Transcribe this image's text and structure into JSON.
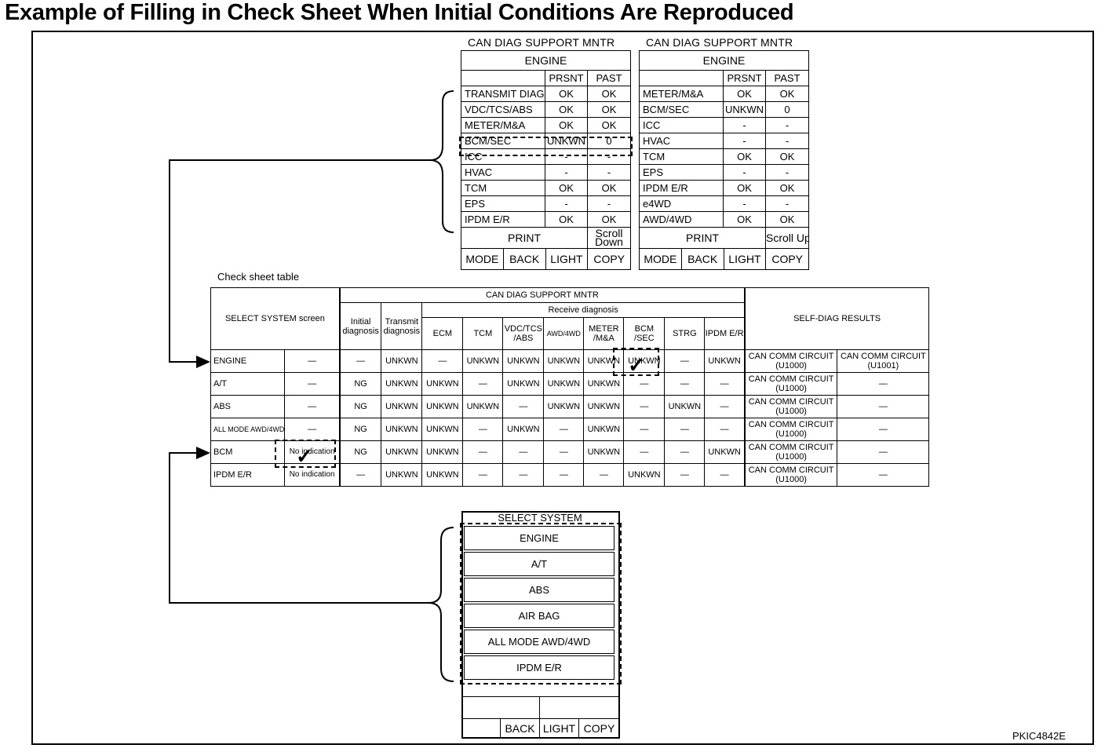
{
  "title": "Example of Filling in Check Sheet When Initial Conditions Are Reproduced",
  "monitor_left": {
    "title": "CAN DIAG SUPPORT MNTR",
    "header": "ENGINE",
    "col_prsnt": "PRSNT",
    "col_past": "PAST",
    "rows": [
      {
        "name": "TRANSMIT DIAG",
        "prsnt": "OK",
        "past": "OK"
      },
      {
        "name": "VDC/TCS/ABS",
        "prsnt": "OK",
        "past": "OK"
      },
      {
        "name": "METER/M&A",
        "prsnt": "OK",
        "past": "OK"
      },
      {
        "name": "BCM/SEC",
        "prsnt": "UNKWN",
        "past": "0"
      },
      {
        "name": "ICC",
        "prsnt": "-",
        "past": "-"
      },
      {
        "name": "HVAC",
        "prsnt": "-",
        "past": "-"
      },
      {
        "name": "TCM",
        "prsnt": "OK",
        "past": "OK"
      },
      {
        "name": "EPS",
        "prsnt": "-",
        "past": "-"
      },
      {
        "name": "IPDM E/R",
        "prsnt": "OK",
        "past": "OK"
      }
    ],
    "print": "PRINT",
    "scroll": "Scroll Down",
    "buttons": [
      "MODE",
      "BACK",
      "LIGHT",
      "COPY"
    ]
  },
  "monitor_right": {
    "title": "CAN DIAG SUPPORT MNTR",
    "header": "ENGINE",
    "col_prsnt": "PRSNT",
    "col_past": "PAST",
    "rows": [
      {
        "name": "METER/M&A",
        "prsnt": "OK",
        "past": "OK"
      },
      {
        "name": "BCM/SEC",
        "prsnt": "UNKWN",
        "past": "0"
      },
      {
        "name": "ICC",
        "prsnt": "-",
        "past": "-"
      },
      {
        "name": "HVAC",
        "prsnt": "-",
        "past": "-"
      },
      {
        "name": "TCM",
        "prsnt": "OK",
        "past": "OK"
      },
      {
        "name": "EPS",
        "prsnt": "-",
        "past": "-"
      },
      {
        "name": "IPDM E/R",
        "prsnt": "OK",
        "past": "OK"
      },
      {
        "name": "e4WD",
        "prsnt": "-",
        "past": "-"
      },
      {
        "name": "AWD/4WD",
        "prsnt": "OK",
        "past": "OK"
      }
    ],
    "print": "PRINT",
    "scroll": "Scroll Up",
    "buttons": [
      "MODE",
      "BACK",
      "LIGHT",
      "COPY"
    ]
  },
  "check_sheet": {
    "caption": "Check sheet table",
    "h_select": "SELECT SYSTEM screen",
    "h_can": "CAN DIAG SUPPORT MNTR",
    "h_initial": "Initial diagnosis",
    "h_transmit": "Transmit diagnosis",
    "h_receive": "Receive diagnosis",
    "receive_cols": [
      "ECM",
      "TCM",
      "VDC/TCS /ABS",
      "AWD/4WD",
      "METER /M&A",
      "BCM /SEC",
      "STRG",
      "IPDM E/R"
    ],
    "h_selfdiag": "SELF-DIAG RESULTS",
    "rows": [
      {
        "system": "ENGINE",
        "select": "—",
        "initial": "—",
        "transmit": "UNKWN",
        "receive": [
          "—",
          "UNKWN",
          "UNKWN",
          "UNKWN",
          "UNKWN",
          "UNKWN",
          "—",
          "UNKWN"
        ],
        "self1": "CAN COMM CIRCUIT (U1000)",
        "self2": "CAN COMM CIRCUIT (U1001)"
      },
      {
        "system": "A/T",
        "select": "—",
        "initial": "NG",
        "transmit": "UNKWN",
        "receive": [
          "UNKWN",
          "—",
          "UNKWN",
          "UNKWN",
          "UNKWN",
          "—",
          "—",
          "—"
        ],
        "self1": "CAN COMM CIRCUIT (U1000)",
        "self2": "—"
      },
      {
        "system": "ABS",
        "select": "—",
        "initial": "NG",
        "transmit": "UNKWN",
        "receive": [
          "UNKWN",
          "UNKWN",
          "—",
          "UNKWN",
          "UNKWN",
          "—",
          "UNKWN",
          "—"
        ],
        "self1": "CAN COMM CIRCUIT (U1000)",
        "self2": "—"
      },
      {
        "system": "ALL MODE AWD/4WD",
        "select": "—",
        "initial": "NG",
        "transmit": "UNKWN",
        "receive": [
          "UNKWN",
          "—",
          "UNKWN",
          "—",
          "UNKWN",
          "—",
          "—",
          "—"
        ],
        "self1": "CAN COMM CIRCUIT (U1000)",
        "self2": "—"
      },
      {
        "system": "BCM",
        "select": "No indication",
        "initial": "NG",
        "transmit": "UNKWN",
        "receive": [
          "UNKWN",
          "—",
          "—",
          "—",
          "UNKWN",
          "—",
          "—",
          "UNKWN"
        ],
        "self1": "CAN COMM CIRCUIT (U1000)",
        "self2": "—"
      },
      {
        "system": "IPDM E/R",
        "select": "No indication",
        "initial": "—",
        "transmit": "UNKWN",
        "receive": [
          "UNKWN",
          "—",
          "—",
          "—",
          "—",
          "UNKWN",
          "—",
          "—"
        ],
        "self1": "CAN COMM CIRCUIT (U1000)",
        "self2": "—"
      }
    ],
    "check_mark": "✓"
  },
  "select_system": {
    "title": "SELECT SYSTEM",
    "items": [
      "ENGINE",
      "A/T",
      "ABS",
      "AIR BAG",
      "ALL MODE AWD/4WD",
      "IPDM E/R"
    ],
    "buttons": [
      "BACK",
      "LIGHT",
      "COPY"
    ]
  },
  "ref_code": "PKIC4842E"
}
